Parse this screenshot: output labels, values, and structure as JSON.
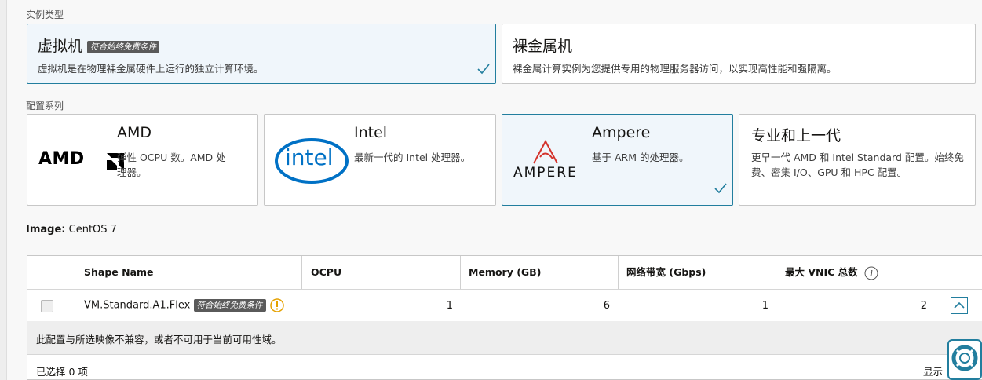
{
  "instance_type": {
    "label": "实例类型",
    "options": [
      {
        "title": "虚拟机",
        "badge": "符合始终免费条件",
        "desc": "虚拟机是在物理裸金属硬件上运行的独立计算环境。",
        "selected": true
      },
      {
        "title": "裸金属机",
        "desc": "裸金属计算实例为您提供专用的物理服务器访问，以实现高性能和强隔离。",
        "selected": false
      }
    ]
  },
  "shape_series": {
    "label": "配置系列",
    "options": [
      {
        "title": "AMD",
        "logo_text": "AMD",
        "desc": "弹性 OCPU 数。AMD 处理器。",
        "selected": false
      },
      {
        "title": "Intel",
        "logo_text": "intel",
        "desc": "最新一代的 Intel 处理器。",
        "selected": false
      },
      {
        "title": "Ampere",
        "logo_text": "AMPERE",
        "desc": "基于 ARM 的处理器。",
        "selected": true
      },
      {
        "title": "专业和上一代",
        "desc": "更早一代 AMD 和 Intel Standard 配置。始终免费、密集 I/O、GPU 和 HPC 配置。",
        "selected": false
      }
    ]
  },
  "image": {
    "label": "Image:",
    "value": "CentOS 7"
  },
  "table": {
    "headers": [
      "Shape Name",
      "OCPU",
      "Memory (GB)",
      "网络带宽 (Gbps)",
      "最大 VNIC 总数"
    ],
    "rows": [
      {
        "shape": "VM.Standard.A1.Flex",
        "badge": "符合始终免费条件",
        "ocpu": "1",
        "memory": "6",
        "bandwidth": "1",
        "vnic": "2"
      }
    ],
    "warning": "此配置与所选映像不兼容，或者不可用于当前可用性域。",
    "footer_selected": "已选择 0 项",
    "footer_show": "显示"
  },
  "colors": {
    "accent": "#227e9e",
    "intel_blue": "#0071c5",
    "ampere_red": "#d4332c",
    "warn": "#e5a100"
  }
}
